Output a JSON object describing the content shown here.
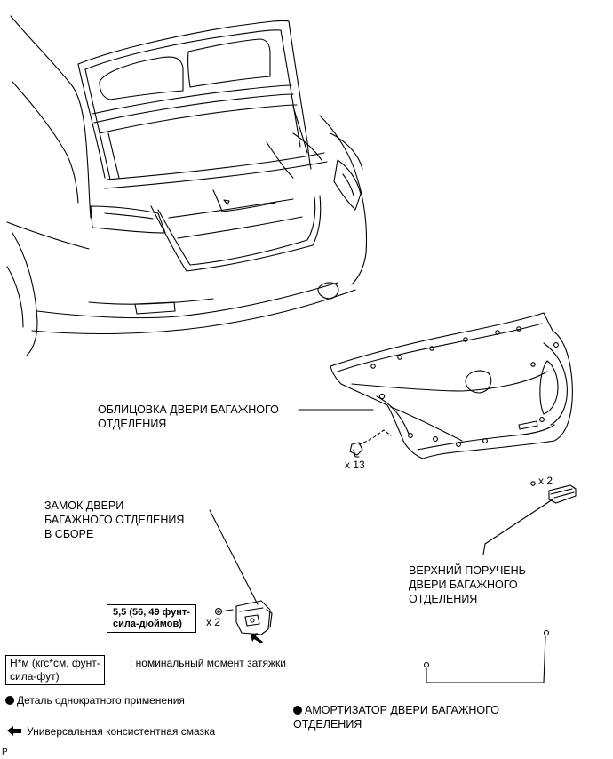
{
  "labels": {
    "trim": "ОБЛИЦОВКА ДВЕРИ БАГАЖНОГО\nОТДЕЛЕНИЯ",
    "trim_qty": "x 13",
    "lock": "ЗАМОК ДВЕРИ\nБАГАЖНОГО ОТДЕЛЕНИЯ\nВ СБОРЕ",
    "lock_qty": "x 2",
    "torque": "5,5 (56, 49 фунт-\nсила-дюймов)",
    "handle": "ВЕРХНИЙ ПОРУЧЕНЬ\nДВЕРИ БАГАЖНОГО\nОТДЕЛЕНИЯ",
    "handle_qty": "x 2",
    "damper": "АМОРТИЗАТОР ДВЕРИ БАГАЖНОГО\nОТДЕЛЕНИЯ"
  },
  "legend": {
    "torque_units": "Н*м (кгс*см, фунт-\nсила-фут)",
    "torque_desc": ": номинальный момент затяжки",
    "non_reusable": "Деталь однократного применения",
    "grease": "Универсальная консистентная смазка"
  },
  "corner_mark": "P"
}
